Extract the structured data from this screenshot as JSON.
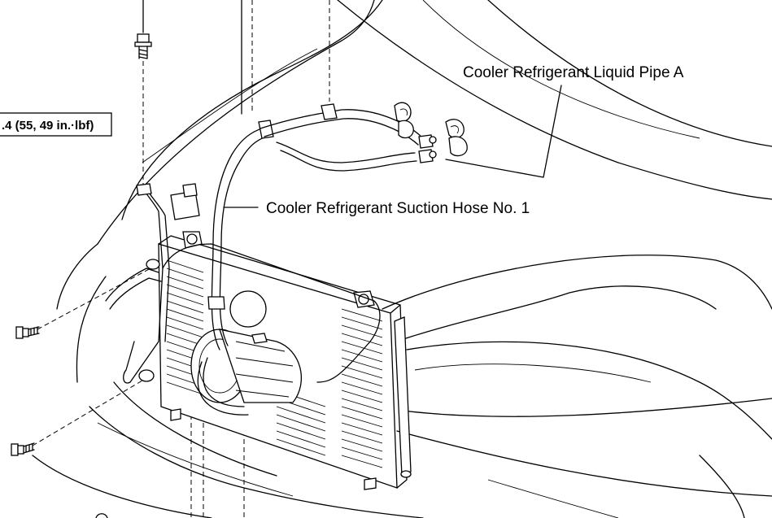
{
  "labels": {
    "liquid_pipe": "Cooler Refrigerant Liquid Pipe A",
    "suction_hose": "Cooler Refrigerant Suction Hose No. 1",
    "torque_spec": ".4 (55, 49 in.·lbf)"
  },
  "icons": {
    "bolt": "bolt-icon",
    "condenser": "condenser-icon",
    "compressor": "compressor-icon"
  }
}
